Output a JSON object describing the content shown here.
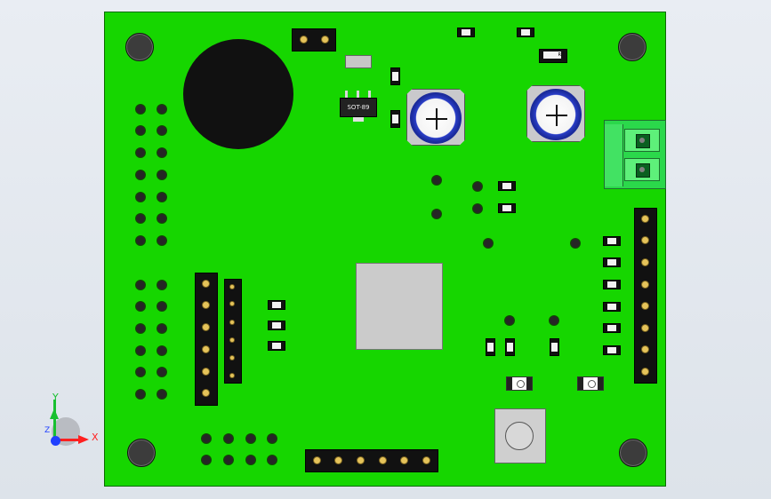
{
  "components": {
    "regulator_label": "SOT-89",
    "tiny_resistor_label": "R"
  },
  "triad": {
    "x_label": "X",
    "y_label": "Y",
    "z_label": "Z"
  },
  "colors": {
    "board": "#16d600",
    "axis_x": "#ff2020",
    "axis_y": "#18c030",
    "axis_z": "#2040ff"
  }
}
